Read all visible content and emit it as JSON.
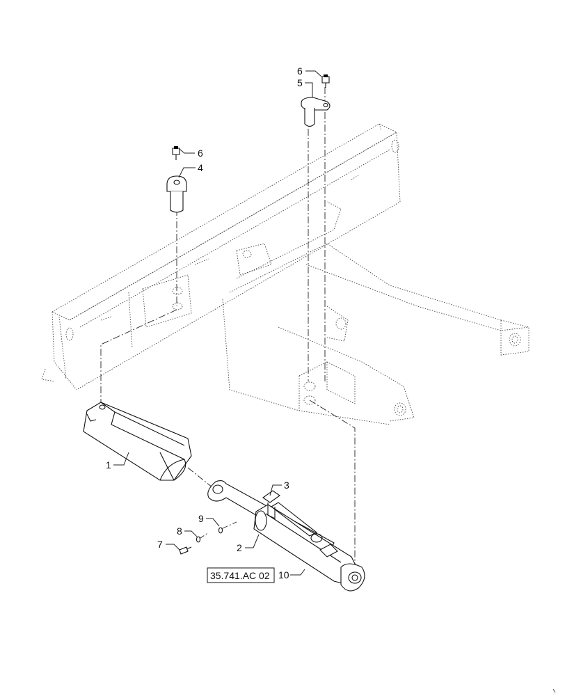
{
  "diagram": {
    "callouts": [
      {
        "id": "c1",
        "label": "1"
      },
      {
        "id": "c2",
        "label": "2"
      },
      {
        "id": "c3",
        "label": "3"
      },
      {
        "id": "c4",
        "label": "4"
      },
      {
        "id": "c5",
        "label": "5"
      },
      {
        "id": "c6a",
        "label": "6"
      },
      {
        "id": "c6b",
        "label": "6"
      },
      {
        "id": "c7",
        "label": "7"
      },
      {
        "id": "c8",
        "label": "8"
      },
      {
        "id": "c9",
        "label": "9"
      },
      {
        "id": "c10",
        "label": "10"
      }
    ],
    "reference_box": "35.741.AC 02"
  }
}
